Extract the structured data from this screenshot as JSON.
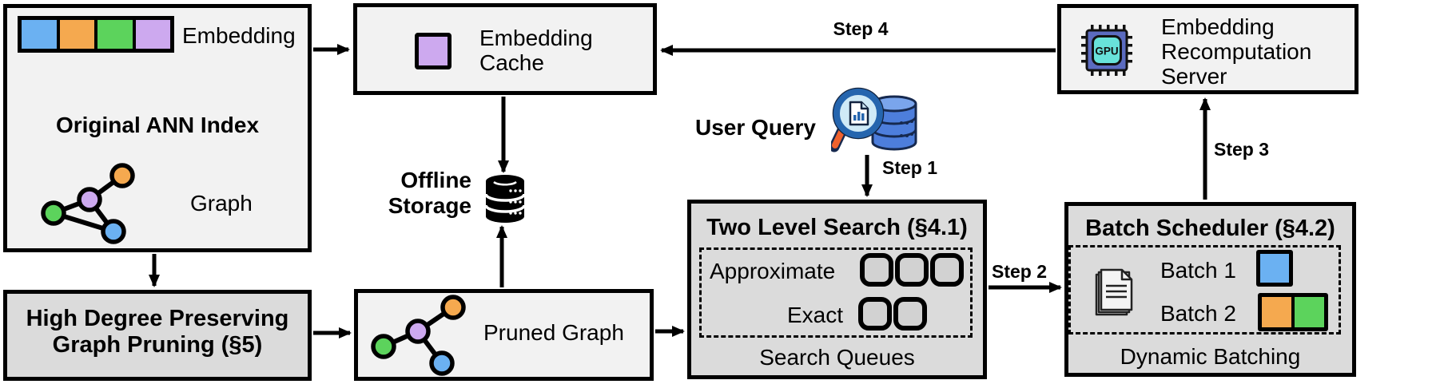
{
  "original_ann_index": {
    "title": "Original ANN Index",
    "embedding_label": "Embedding",
    "graph_label": "Graph"
  },
  "high_degree_pruning": {
    "line1": "High Degree Preserving",
    "line2": "Graph Pruning (§5)"
  },
  "embedding_cache": {
    "line1": "Embedding",
    "line2": "Cache"
  },
  "offline_storage": {
    "line1": "Offline",
    "line2": "Storage"
  },
  "pruned_graph": {
    "label": "Pruned Graph"
  },
  "user_query": {
    "label": "User Query"
  },
  "two_level_search": {
    "title": "Two Level Search (§4.1)",
    "row1_label": "Approximate",
    "row2_label": "Exact",
    "footer": "Search Queues"
  },
  "batch_scheduler": {
    "title": "Batch Scheduler (§4.2)",
    "batch1_label": "Batch 1",
    "batch2_label": "Batch 2",
    "footer": "Dynamic Batching"
  },
  "recomputation_server": {
    "line1": "Embedding",
    "line2": "Recomputation",
    "line3": "Server"
  },
  "steps": {
    "step1": "Step 1",
    "step2": "Step 2",
    "step3": "Step 3",
    "step4": "Step 4"
  },
  "gpu_chip_label": "GPU",
  "icons": {
    "offline_storage": "database-icon",
    "user_query": "magnifier-over-database-icon",
    "server": "gpu-chip-icon",
    "batch_scheduler": "stacked-documents-icon",
    "ann_index": "graph-nodes-icon",
    "pruned": "pruned-graph-nodes-icon"
  },
  "colors": {
    "blue": "#6bb1f2",
    "orange": "#f5a94f",
    "green": "#5cd35c",
    "purple": "#cda9ef",
    "box_light": "#f2f2f2",
    "box_dark": "#dbdbdb",
    "queue_fill": "#d2d2d2",
    "db_blue": "#4d7edc",
    "db_top_blue": "#7aa5ec",
    "db_outline": "#16294f",
    "lens_fill": "#cfeaf7",
    "magnifier_rim": "#2565ae",
    "handle_orange": "#f0622e",
    "chip_body": "#5b6bc0",
    "chip_core": "#68e2da",
    "page_fill": "#f4f4f4"
  }
}
